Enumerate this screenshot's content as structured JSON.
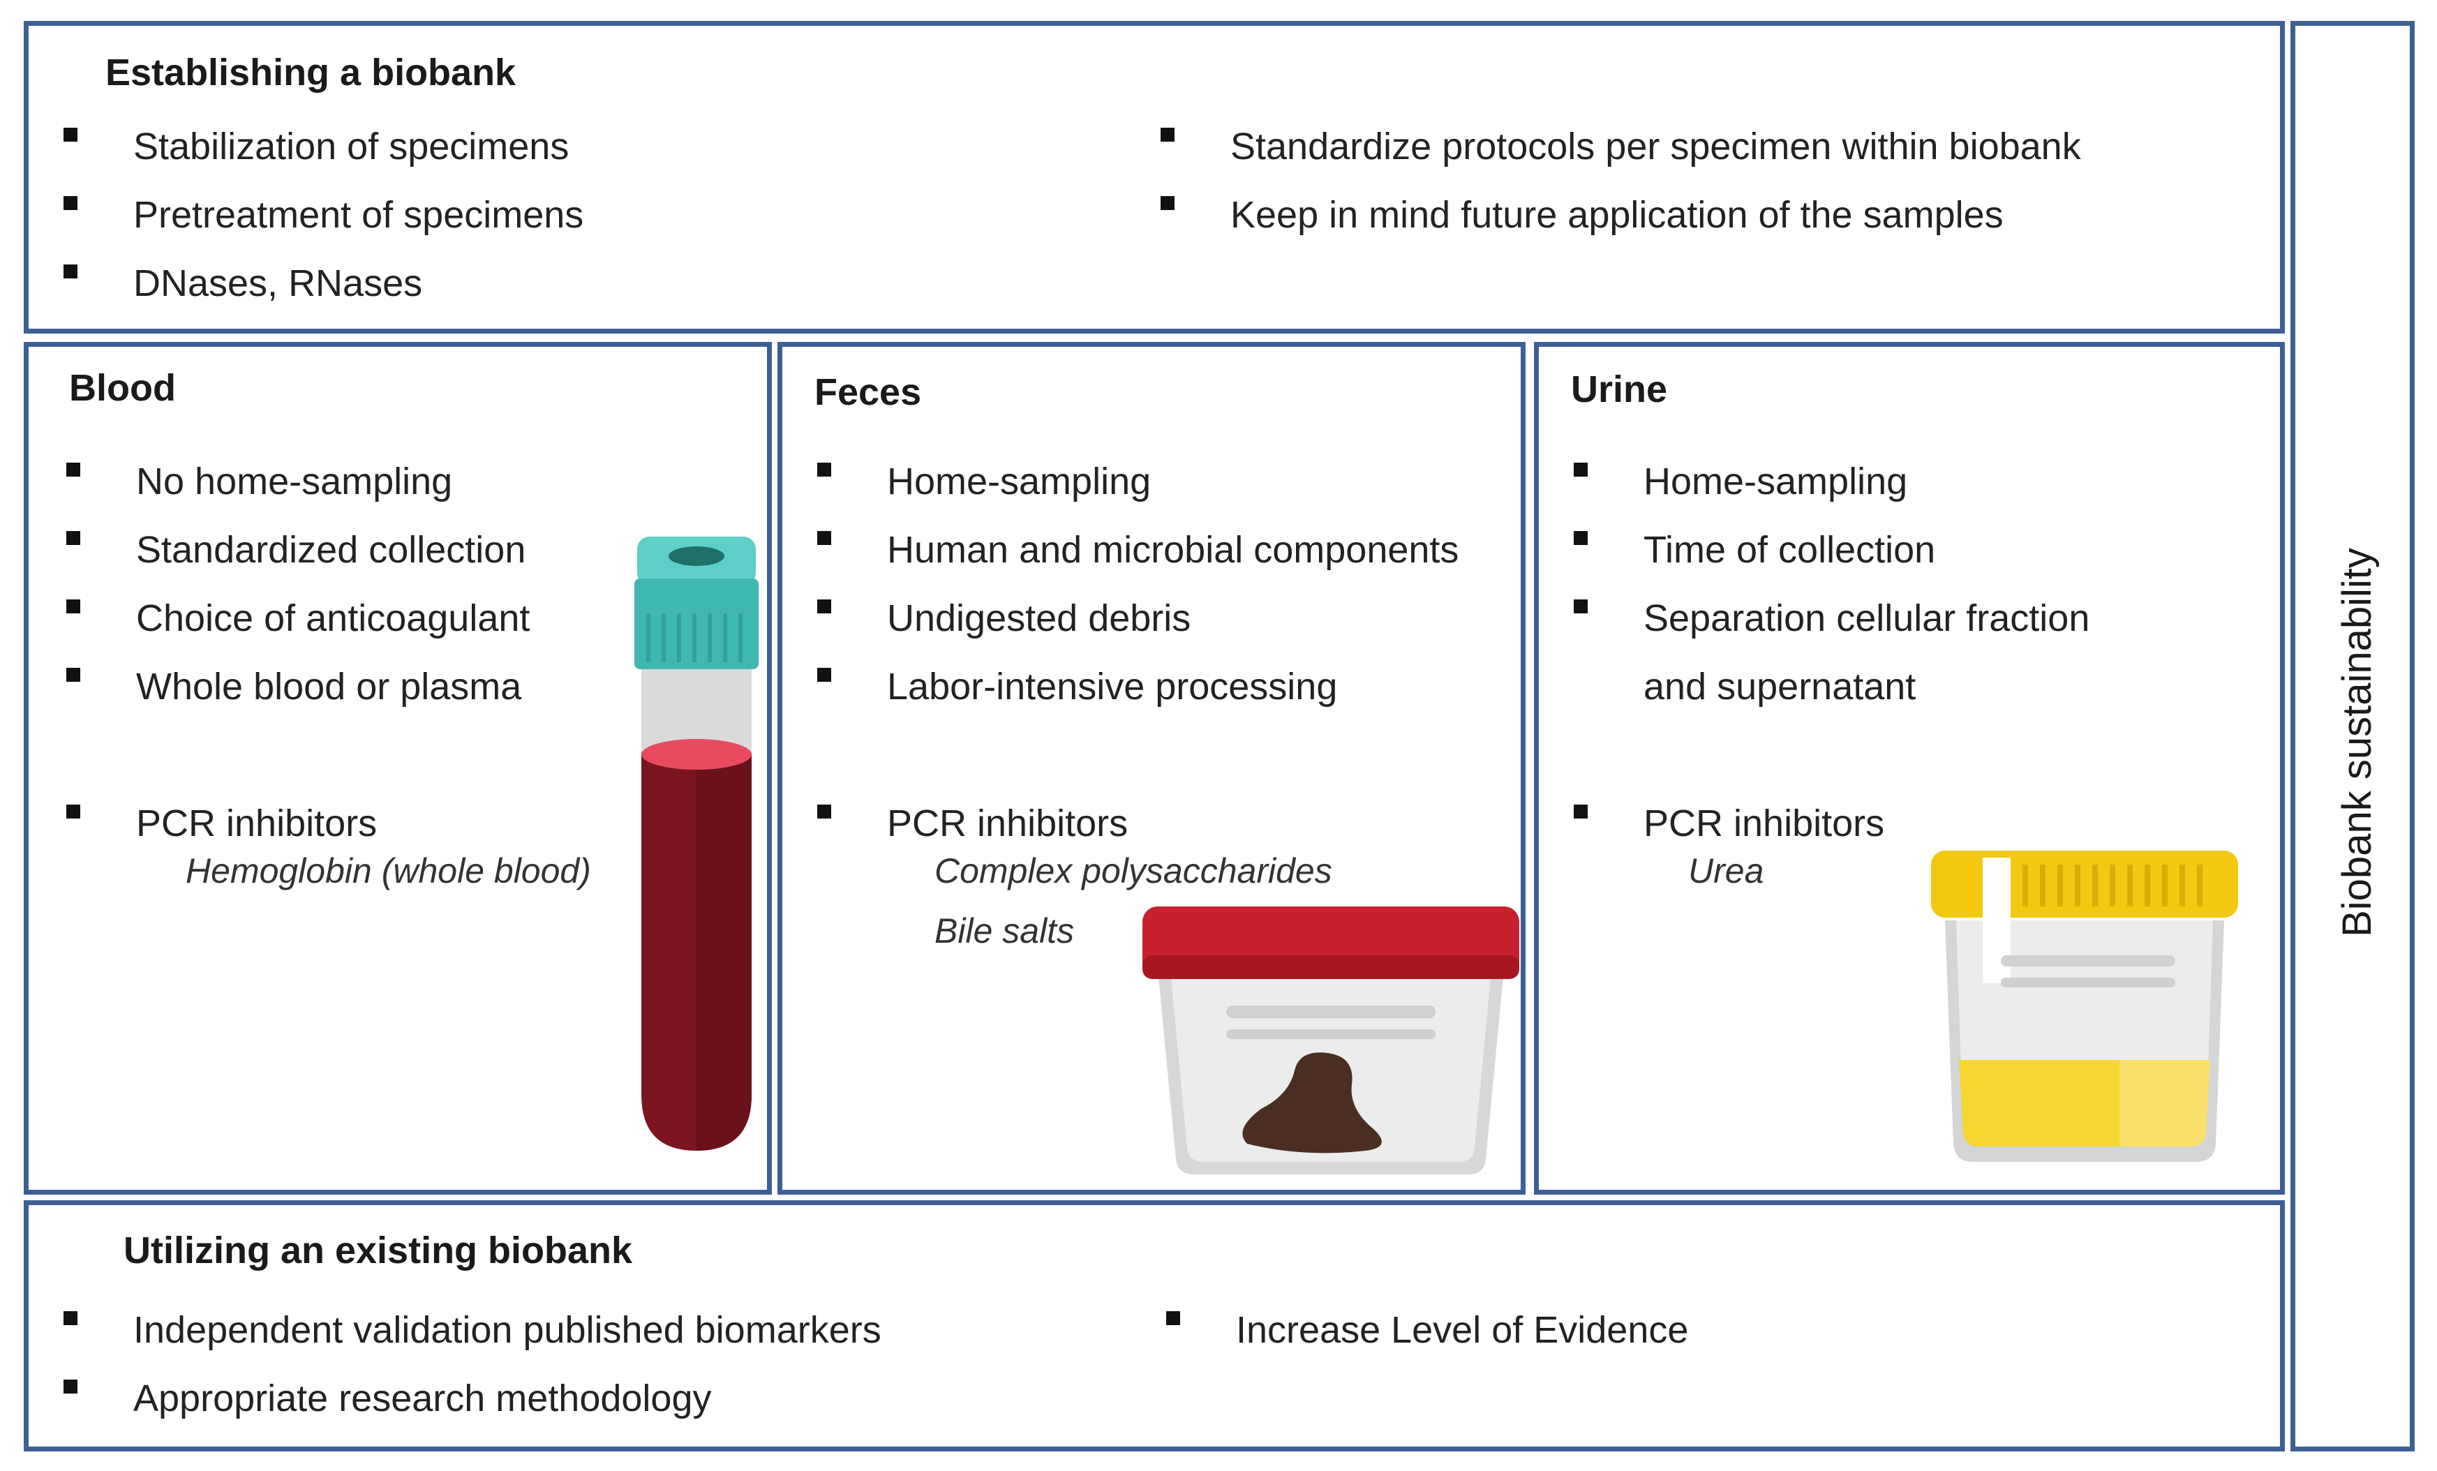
{
  "establishing": {
    "title": "Establishing a biobank",
    "left_items": [
      "Stabilization of specimens",
      "Pretreatment of specimens",
      "DNases, RNases"
    ],
    "right_items": [
      "Standardize protocols per specimen within biobank",
      "Keep in mind future application of the samples"
    ]
  },
  "blood": {
    "title": "Blood",
    "items": [
      "No home-sampling",
      "Standardized collection",
      "Choice of anticoagulant",
      "Whole blood or plasma"
    ],
    "pcr_label": "PCR inhibitors",
    "inhibitors": [
      "Hemoglobin (whole blood)"
    ],
    "icon": "blood-tube-icon",
    "colors": {
      "cap": "#3fb8b0",
      "blood": "#7a1520",
      "top": "#e84b5e"
    }
  },
  "feces": {
    "title": "Feces",
    "items": [
      "Home-sampling",
      "Human and microbial components",
      "Undigested debris",
      "Labor-intensive processing"
    ],
    "pcr_label": "PCR inhibitors",
    "inhibitors": [
      "Complex polysaccharides",
      "Bile salts"
    ],
    "icon": "stool-container-icon",
    "colors": {
      "lid": "#c8202c",
      "stool": "#4a2e22"
    }
  },
  "urine": {
    "title": "Urine",
    "items": [
      "Home-sampling",
      "Time of collection",
      "Separation cellular fraction",
      "and supernatant"
    ],
    "pcr_label": "PCR inhibitors",
    "inhibitors": [
      "Urea"
    ],
    "icon": "urine-cup-icon",
    "colors": {
      "lid": "#f2c811",
      "urine": "#f6d630"
    }
  },
  "utilizing": {
    "title": "Utilizing an existing biobank",
    "left_items": [
      "Independent validation published biomarkers",
      "Appropriate research methodology"
    ],
    "right_items": [
      "Increase Level of Evidence"
    ]
  },
  "sidebar": {
    "label": "Biobank sustainability"
  },
  "colors": {
    "border": "#3d5f95"
  }
}
